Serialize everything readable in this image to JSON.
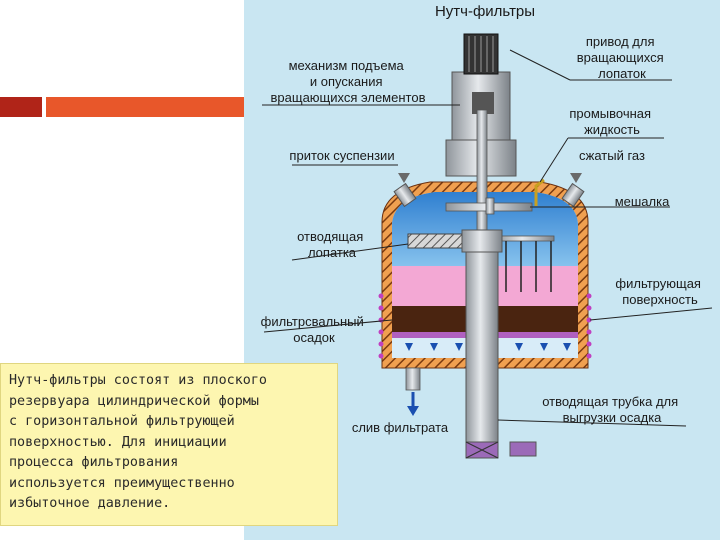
{
  "diagram": {
    "title": "Нутч-фильтры",
    "labels": {
      "lift_mechanism": [
        "механизм подъема",
        "и опускания",
        "вращающихся элементов"
      ],
      "blade_drive": [
        "привод для",
        "вращающихся",
        "лопаток"
      ],
      "wash_liquid": [
        "промывочная",
        "жидкость"
      ],
      "suspension_inflow": "приток суспензии",
      "compressed_gas": "сжатый газ",
      "stirrer": "мешалка",
      "discharge_blade": [
        "отводящая",
        "лопатка"
      ],
      "filter_surface": [
        "фильтрующая",
        "поверхность"
      ],
      "filter_cake": [
        "фильтрсвальный",
        "осадок"
      ],
      "filtrate_drain": "слив фильтрата",
      "discharge_tube": [
        "отводящая трубка для",
        "выгрузки осадка"
      ]
    }
  },
  "note": {
    "text": "Нутч-фильтры состоят из плоского\nрезервуара цилиндрической формы\nс горизонтальной фильтрующей\nповерхностью. Для инициации\nпроцесса фильтрования\nиспользуется преимущественно\nизбыточное давление."
  }
}
